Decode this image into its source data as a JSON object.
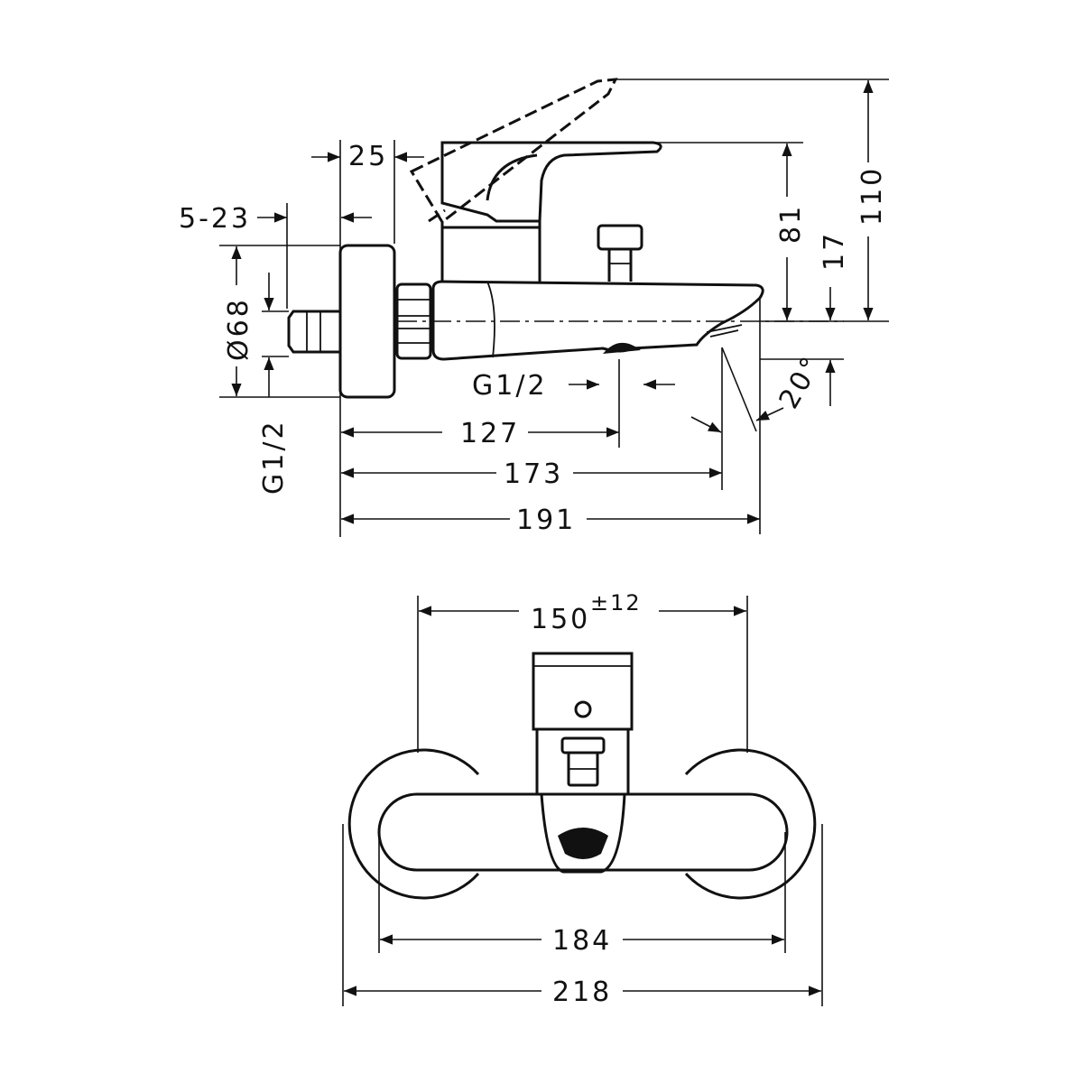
{
  "side_view": {
    "dim_25": "25",
    "dim_5_23": "5-23",
    "dim_d68": "Ø68",
    "dim_g12_left": "G1/2",
    "dim_g12_outlet": "G1/2",
    "dim_127": "127",
    "dim_173": "173",
    "dim_191": "191",
    "dim_81": "81",
    "dim_17": "17",
    "dim_110": "110",
    "dim_angle": "20°"
  },
  "front_view": {
    "dim_150": "150",
    "dim_150_tol": "±12",
    "dim_184": "184",
    "dim_218": "218"
  }
}
